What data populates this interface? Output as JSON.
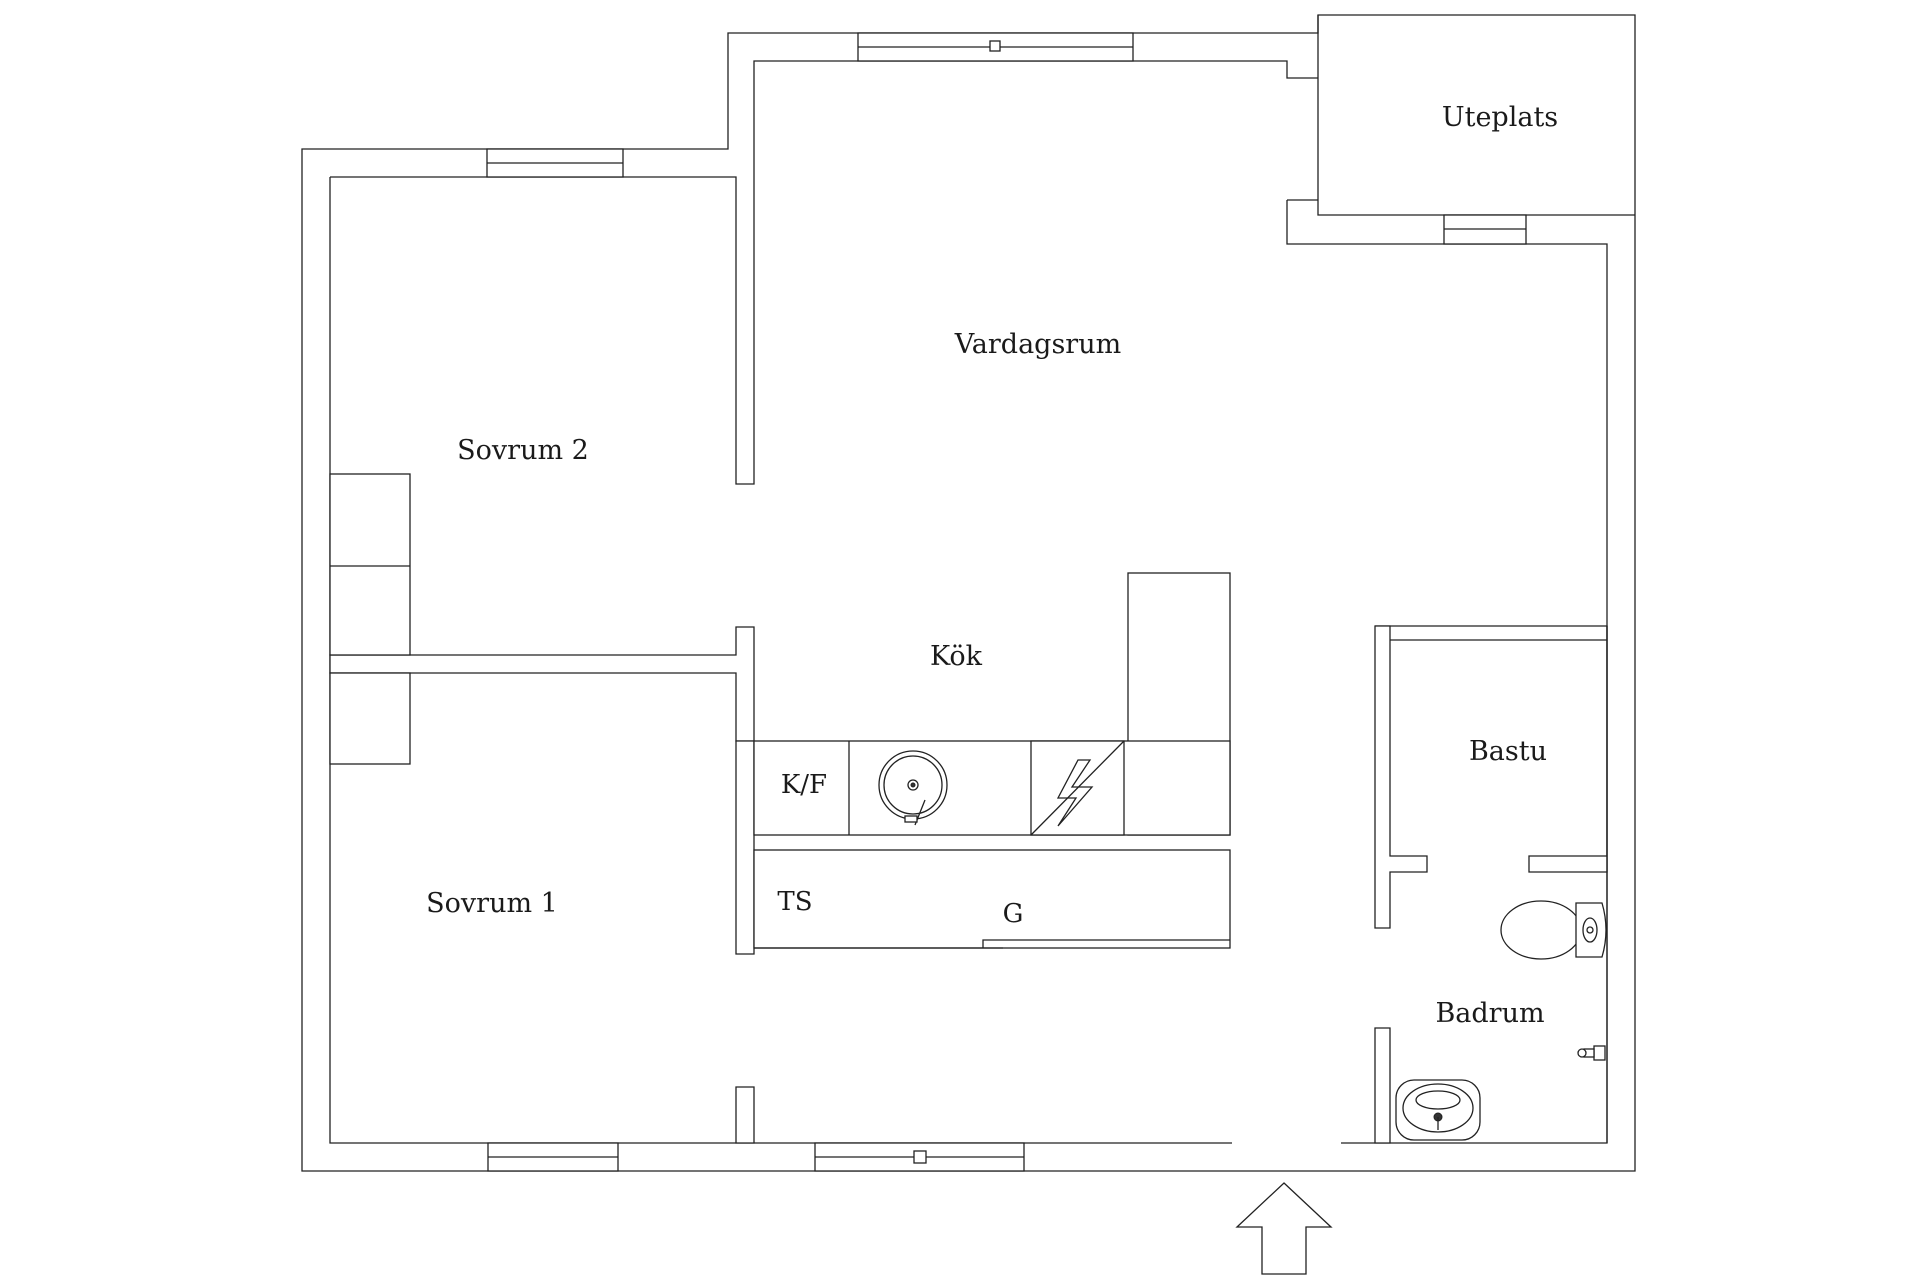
{
  "rooms": {
    "uteplats": "Uteplats",
    "vardagsrum": "Vardagsrum",
    "sovrum2": "Sovrum 2",
    "kok": "Kök",
    "bastu": "Bastu",
    "kf": "K/F",
    "sovrum1": "Sovrum 1",
    "ts": "TS",
    "g": "G",
    "badrum": "Badrum"
  },
  "icons": {
    "entrance": "arrow-up-icon",
    "stove": "stove-icon",
    "sink": "kitchen-sink-icon",
    "toilet": "toilet-icon",
    "washbasin": "washbasin-icon",
    "tap": "tap-icon"
  },
  "colors": {
    "line": "#222222",
    "background": "#ffffff"
  }
}
